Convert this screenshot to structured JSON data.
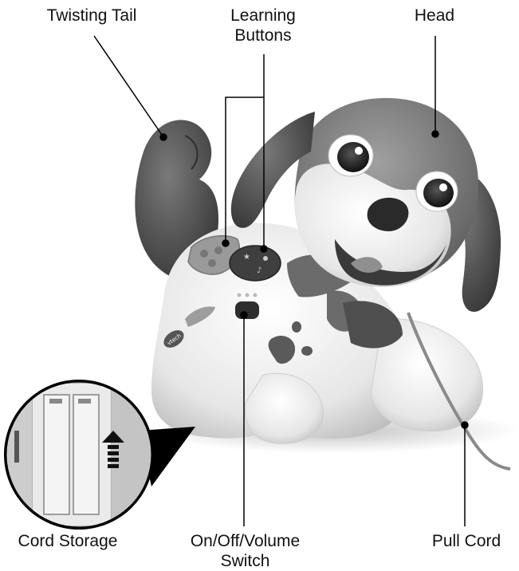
{
  "labels": {
    "twisting_tail": "Twisting Tail",
    "learning_buttons": [
      "Learning",
      "Buttons"
    ],
    "head": "Head",
    "cord_storage": "Cord Storage",
    "on_off_volume_switch": [
      "On/Off/Volume",
      "Switch"
    ],
    "pull_cord": "Pull Cord"
  },
  "toy_markings": {
    "brand": "vtech"
  },
  "colors": {
    "body": "#eeeeee",
    "dark_gray": "#555555",
    "mid_gray": "#8a8a8a",
    "line": "#000000"
  }
}
